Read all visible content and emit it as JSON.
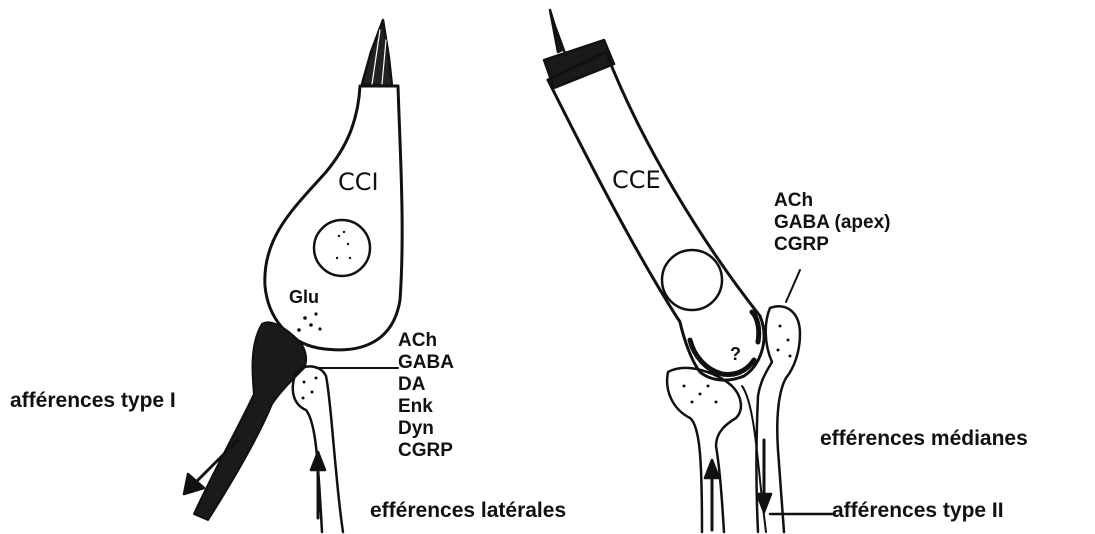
{
  "inner_cell": {
    "name": "CCI",
    "synapse_label": "Glu",
    "neurotransmitters": [
      "ACh",
      "GABA",
      "DA",
      "Enk",
      "Dyn",
      "CGRP"
    ],
    "afferent_label": "afférences type I",
    "efferent_label": "efférences latérales"
  },
  "outer_cell": {
    "name": "CCE",
    "neurotransmitters": [
      "ACh",
      "GABA (apex)",
      "CGRP"
    ],
    "unknown_mark": "?",
    "efferent_label": "efférences médianes",
    "afferent_label": "afférences type II"
  }
}
